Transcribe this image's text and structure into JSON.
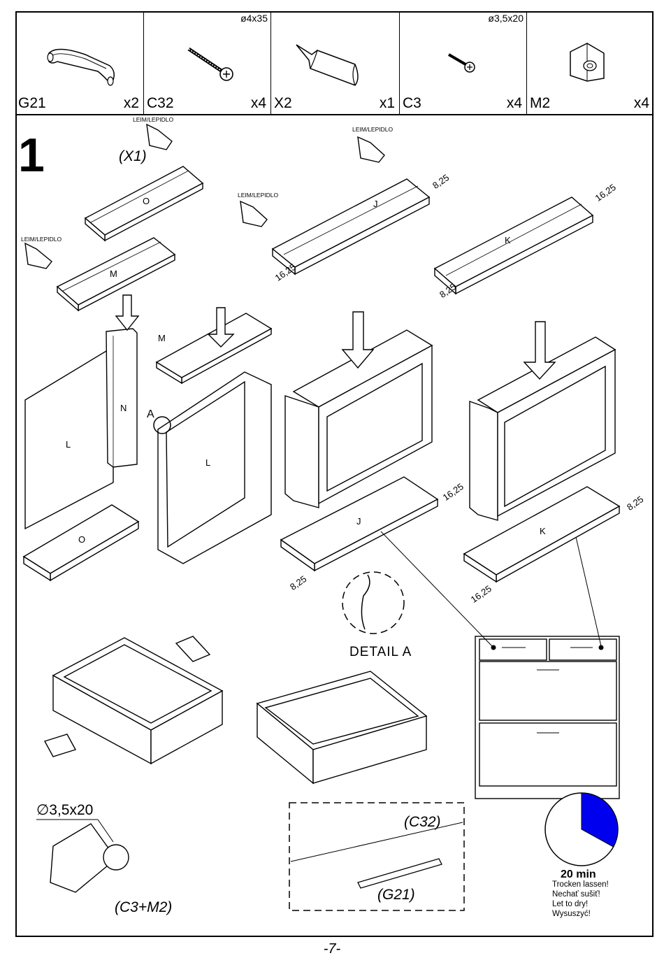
{
  "parts": [
    {
      "code": "G21",
      "qty": "x2",
      "dim": "",
      "icon": "handle-icon"
    },
    {
      "code": "C32",
      "qty": "x4",
      "dim": "ø4x35",
      "icon": "screw-icon"
    },
    {
      "code": "X2",
      "qty": "x1",
      "dim": "",
      "icon": "glue-tube-icon"
    },
    {
      "code": "C3",
      "qty": "x4",
      "dim": "ø3,5x20",
      "icon": "small-screw-icon"
    },
    {
      "code": "M2",
      "qty": "x4",
      "dim": "",
      "icon": "corner-bracket-icon"
    }
  ],
  "step": {
    "number": "1",
    "glue_qty": "(X1)",
    "glue_label": "LEIM/LEPIDLO",
    "panels": {
      "O": "O",
      "M": "M",
      "N": "N",
      "L": "L",
      "J": "J",
      "K": "K"
    },
    "detail_marker": "A",
    "detail_caption": "DETAIL A",
    "dim_short": "8,25",
    "dim_long": "16,25",
    "screw_spec": "∅3,5x20",
    "bracket_label": "(C3+M2)",
    "handle_screw_label": "(C32)",
    "handle_label": "(G21)"
  },
  "drying": {
    "minutes": "20 min",
    "lines": [
      "Trocken lassen!",
      "Nechať sušiť!",
      "Let to dry!",
      "Wysuszyć!"
    ],
    "fill_color": "#0000ee",
    "fill_fraction": 0.33
  },
  "page_number": "-7-"
}
